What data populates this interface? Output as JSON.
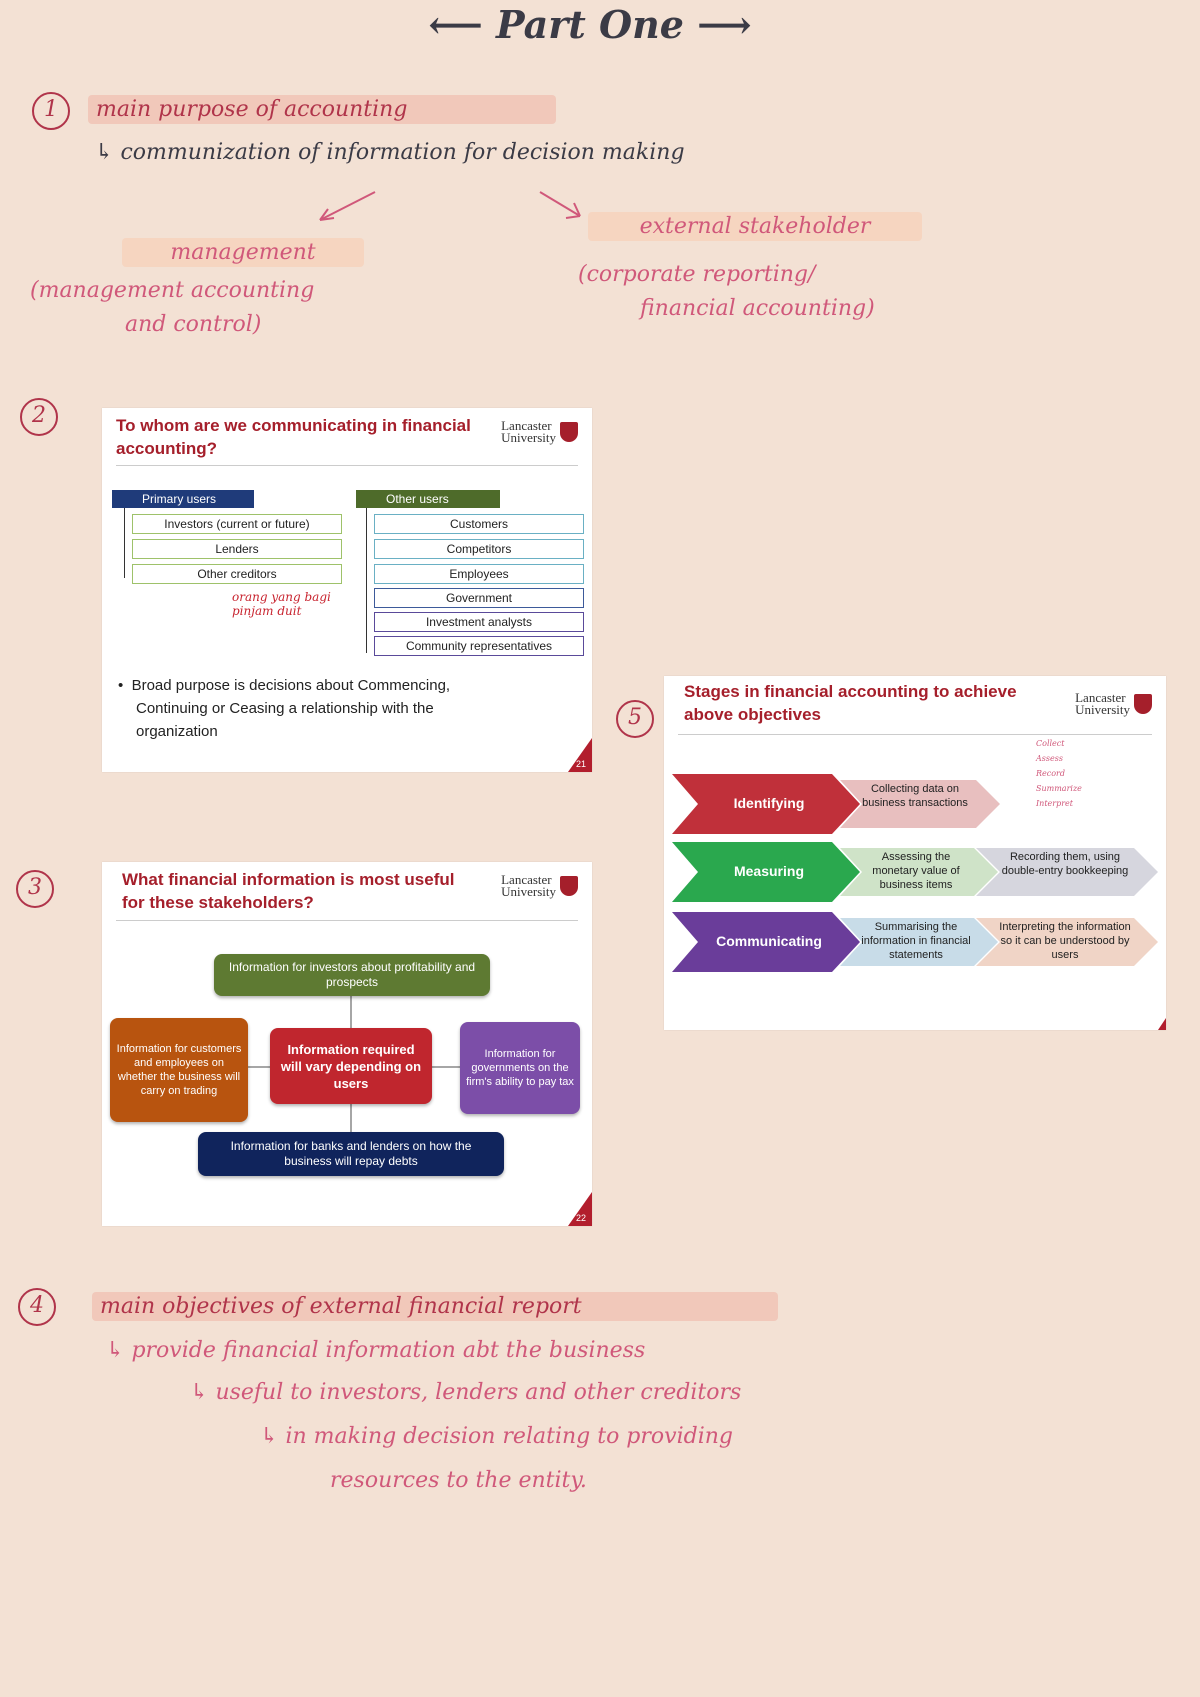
{
  "page_title": "Part One",
  "s1": {
    "num": "1",
    "heading": "main purpose of accounting",
    "line": "communization of information for decision making",
    "left_label": "management",
    "left_note_1": "(management accounting",
    "left_note_2": "and control)",
    "right_label": "external stakeholder",
    "right_note_1": "(corporate reporting/",
    "right_note_2": "financial accounting)"
  },
  "s2": {
    "num": "2",
    "title_1": "To whom are we communicating in financial",
    "title_2": "accounting?",
    "logo_1": "Lancaster",
    "logo_2": "University",
    "primary_header": "Primary users",
    "primary": [
      "Investors (current or future)",
      "Lenders",
      "Other creditors"
    ],
    "other_header": "Other users",
    "other": [
      "Customers",
      "Competitors",
      "Employees",
      "Government",
      "Investment analysts",
      "Community representatives"
    ],
    "note_handwritten": "orang yang bagi pinjam duit",
    "bullet_1": "Broad purpose is decisions about Commencing,",
    "bullet_2": "Continuing or Ceasing a relationship with the",
    "bullet_3": "organization",
    "page_no": "21"
  },
  "s3": {
    "num": "3",
    "title_1": "What financial information is most useful",
    "title_2": "for these stakeholders?",
    "logo_1": "Lancaster",
    "logo_2": "University",
    "top": "Information for investors about profitability and prospects",
    "left": "Information for customers and employees on whether the business will carry on trading",
    "center": "Information required will vary depending on users",
    "right": "Information for governments on the firm's ability to pay tax",
    "bottom": "Information for banks and lenders on how the business will repay debts",
    "page_no": "22"
  },
  "s4": {
    "num": "4",
    "heading": "main objectives of external financial report",
    "line_1": "provide financial information abt the business",
    "line_2": "useful to investors, lenders and other creditors",
    "line_3": "in making decision relating to providing",
    "line_4": "resources to the entity."
  },
  "s5": {
    "num": "5",
    "title_1": "Stages in financial accounting to achieve",
    "title_2": "above objectives",
    "logo_1": "Lancaster",
    "logo_2": "University",
    "stages": [
      {
        "label": "Identifying",
        "desc1": "Collecting data on business transactions",
        "desc2": ""
      },
      {
        "label": "Measuring",
        "desc1": "Assessing the monetary value of business items",
        "desc2": "Recording them, using double-entry bookkeeping"
      },
      {
        "label": "Communicating",
        "desc1": "Summarising the information in financial statements",
        "desc2": "Interpreting the information so it can be understood by users"
      }
    ],
    "mnemonic": [
      "Collect",
      "Assess",
      "Record",
      "Summarize",
      "Interpret"
    ]
  },
  "colors": {
    "background": "#f3e1d4",
    "ink": "#b0344a",
    "identifying": "#c0303a",
    "measuring": "#2aa84e",
    "communicating": "#6a3d9a"
  }
}
